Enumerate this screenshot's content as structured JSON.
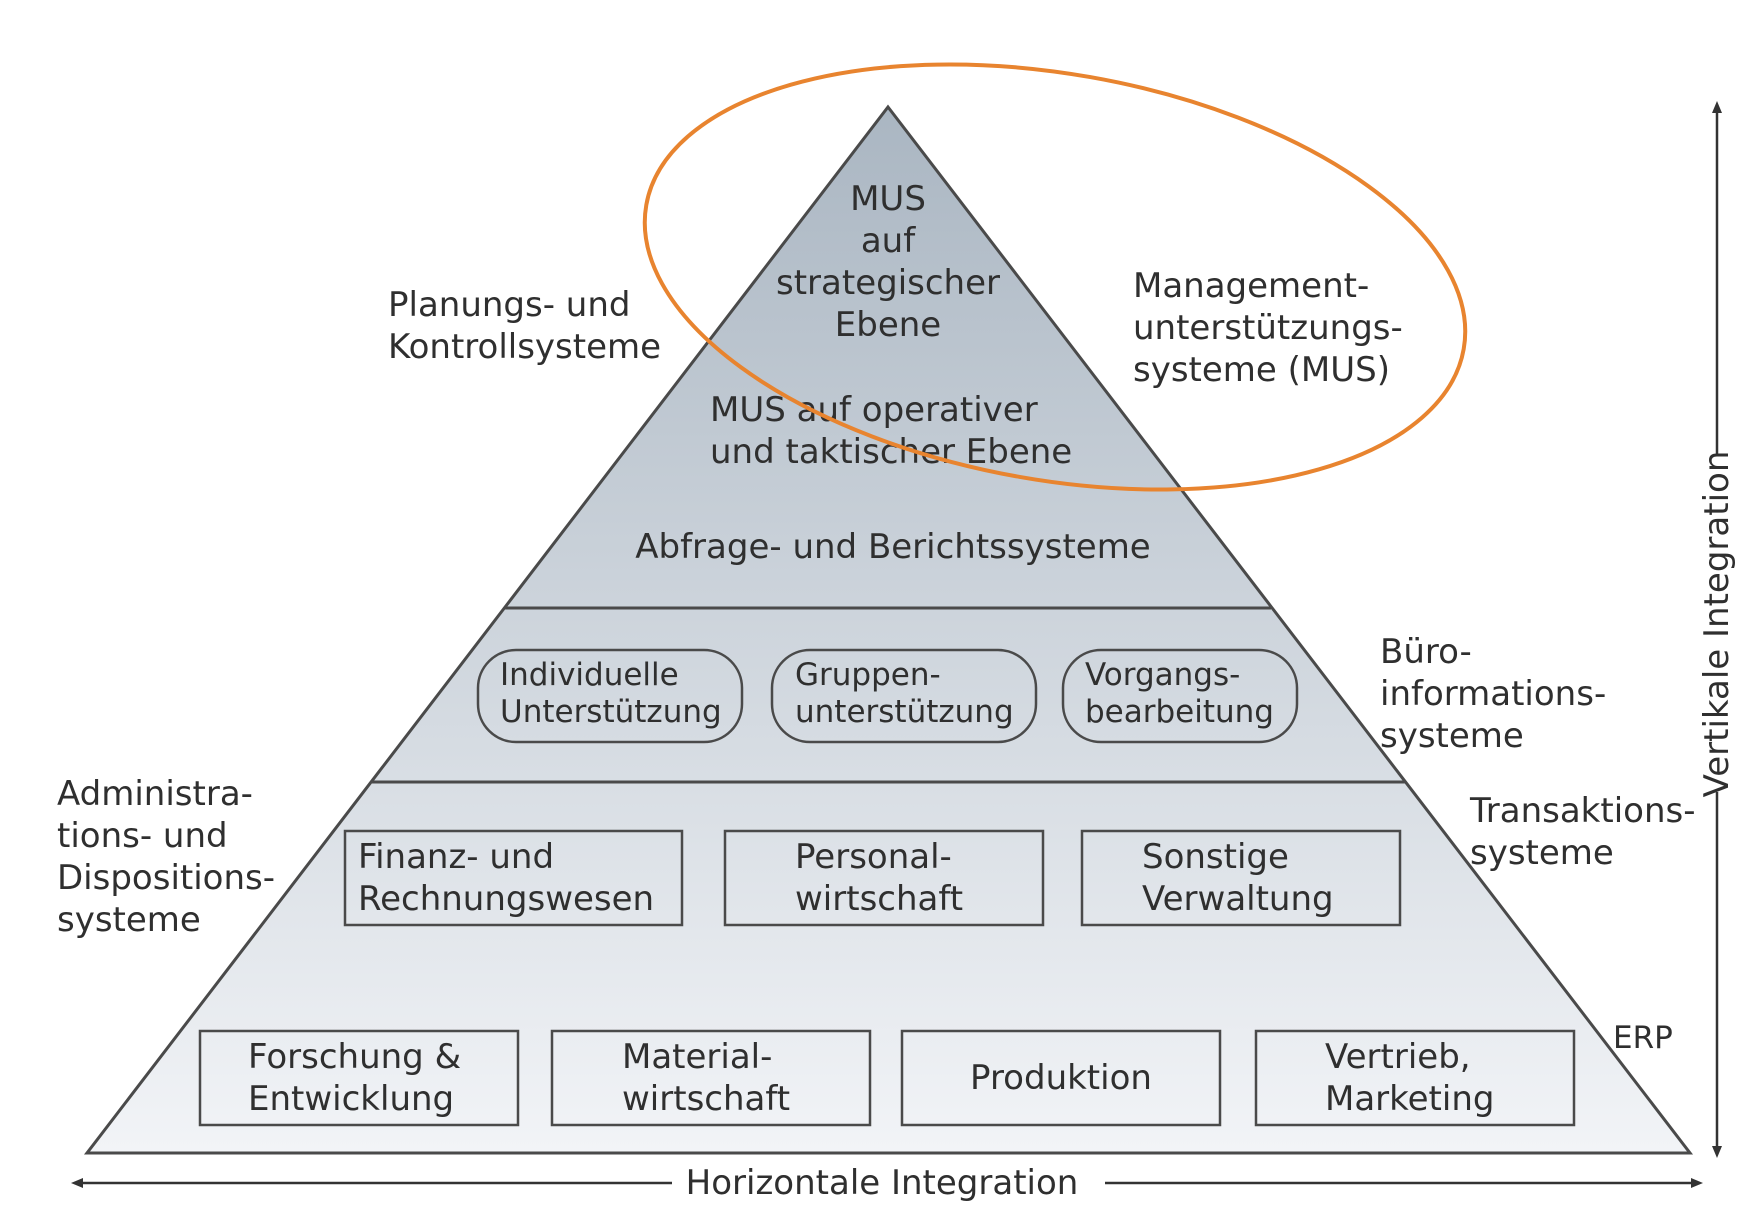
{
  "colors": {
    "ellipse": "#e8842f",
    "pyramid_top": "#aab6c2",
    "pyramid_bottom": "#f2f4f7",
    "lines": "#4a4a4a",
    "text": "#2f2f2f"
  },
  "pyramid": {
    "top": {
      "strategic": [
        "MUS",
        "auf",
        "strategischer",
        "Ebene"
      ],
      "operative": [
        "MUS auf operativer",
        "und taktischer Ebene"
      ],
      "reporting": "Abfrage- und Berichtssysteme"
    },
    "office_band": {
      "items": [
        [
          "Individuelle",
          "Unterstützung"
        ],
        [
          "Gruppen-",
          "unterstützung"
        ],
        [
          "Vorgangs-",
          "bearbeitung"
        ]
      ]
    },
    "admin_band": {
      "items": [
        [
          "Finanz- und",
          "Rechnungswesen"
        ],
        [
          "Personal-",
          "wirtschaft"
        ],
        [
          "Sonstige",
          "Verwaltung"
        ]
      ]
    },
    "erp_band": {
      "items": [
        [
          "Forschung &",
          "Entwicklung"
        ],
        [
          "Material-",
          "wirtschaft"
        ],
        [
          "Produktion"
        ],
        [
          "Vertrieb,",
          "Marketing"
        ]
      ]
    }
  },
  "side_labels": {
    "planning": [
      "Planungs- und",
      "Kontrollsysteme"
    ],
    "management": [
      "Management-",
      "unterstützungs-",
      "systeme (MUS)"
    ],
    "office": [
      "Büro-",
      "informations-",
      "systeme"
    ],
    "transaction": [
      "Transaktions-",
      "systeme"
    ],
    "admin": [
      "Administra-",
      "tions- und",
      "Dispositions-",
      "systeme"
    ],
    "erp": "ERP"
  },
  "axes": {
    "horizontal": "Horizontale Integration",
    "vertical": "Vertikale Integration"
  }
}
